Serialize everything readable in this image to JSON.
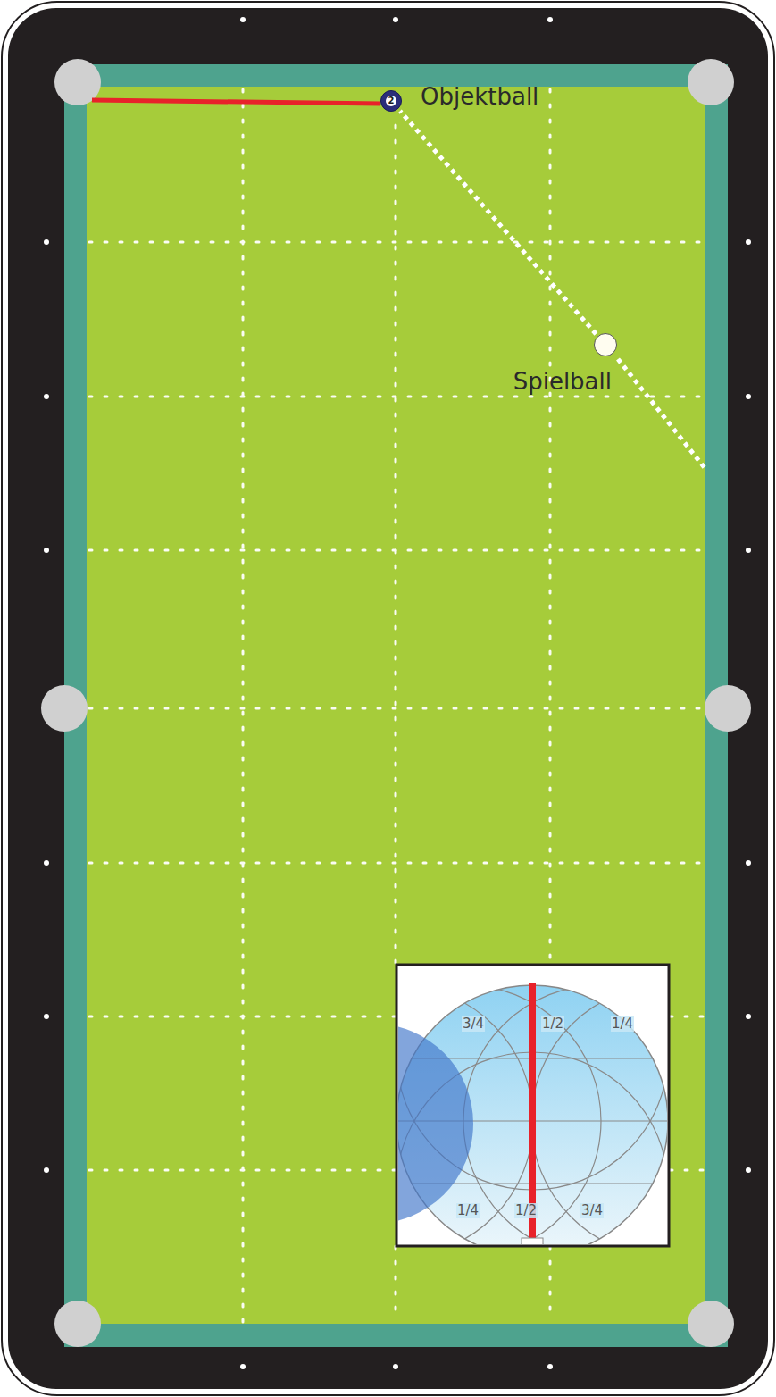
{
  "diagram": {
    "nodes": [
      {
        "text": [
          "2",
          "Objektball"
        ]
      },
      {
        "text": [
          "Spielball"
        ]
      }
    ],
    "edges": [
      {
        "from": 1,
        "to": 0,
        "arrow": "none"
      }
    ],
    "labels": [
      "3/4",
      "1/2",
      "1/4",
      "1/4",
      "1/2",
      "3/4"
    ]
  }
}
